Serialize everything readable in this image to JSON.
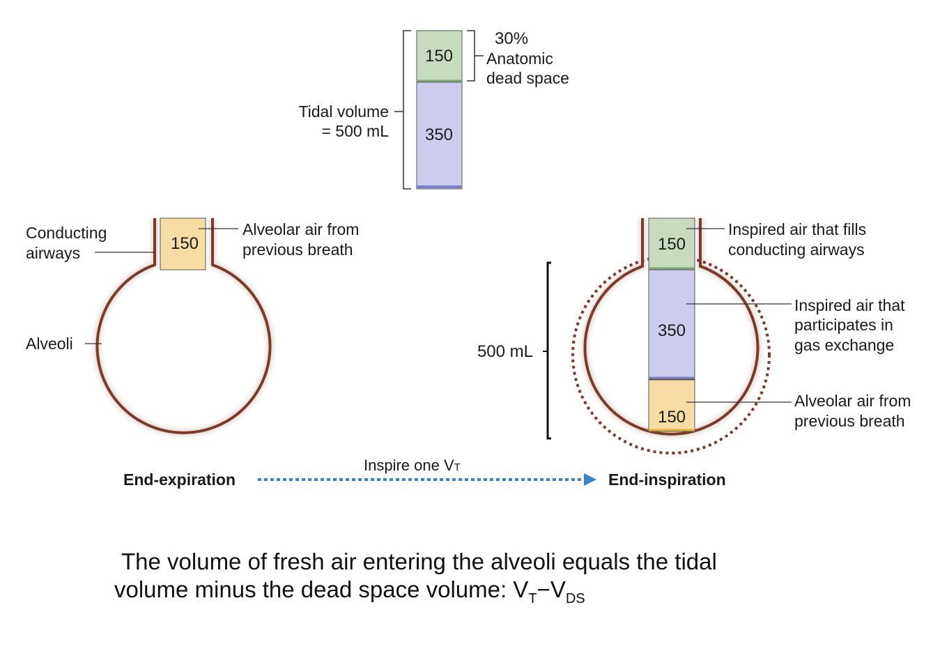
{
  "colors": {
    "dead_space_fill": "#c7dcbf",
    "dead_space_edge": "#7ea873",
    "fresh_air_fill": "#cccdee",
    "fresh_air_edge": "#7b7fc9",
    "alveolar_fill": "#f7dca4",
    "alveolar_edge": "#e3b13a",
    "alveolus_wall": "#7b3a2a",
    "arrow": "#3b82c4"
  },
  "top_bar": {
    "dead_space_value": "150",
    "fresh_value": "350",
    "percent": "30%",
    "dead_space_label_1": "Anatomic",
    "dead_space_label_2": "dead space",
    "tidal_label_1": "Tidal volume",
    "tidal_label_2": "= 500 mL"
  },
  "left_alveolus": {
    "airways_label_1": "Conducting",
    "airways_label_2": "airways",
    "alveoli_label": "Alveoli",
    "box_value": "150",
    "box_label_1": "Alveolar air from",
    "box_label_2": "previous breath"
  },
  "right_alveolus": {
    "volume_label": "500 mL",
    "top_value": "150",
    "top_label_1": "Inspired air that fills",
    "top_label_2": "conducting airways",
    "middle_value": "350",
    "middle_label_1": "Inspired air that",
    "middle_label_2": "participates in",
    "middle_label_3": "gas exchange",
    "bottom_value": "150",
    "bottom_label_1": "Alveolar air from",
    "bottom_label_2": "previous breath"
  },
  "transition": {
    "start_label": "End-expiration",
    "end_label": "End-inspiration",
    "arrow_label": "Inspire one V",
    "arrow_label_sub": "T"
  },
  "caption": {
    "line1": "The volume of fresh air entering the alveoli equals the tidal",
    "line2": "volume minus the dead space volume: V",
    "sub1": "T",
    "minus": "−V",
    "sub2": "DS"
  }
}
